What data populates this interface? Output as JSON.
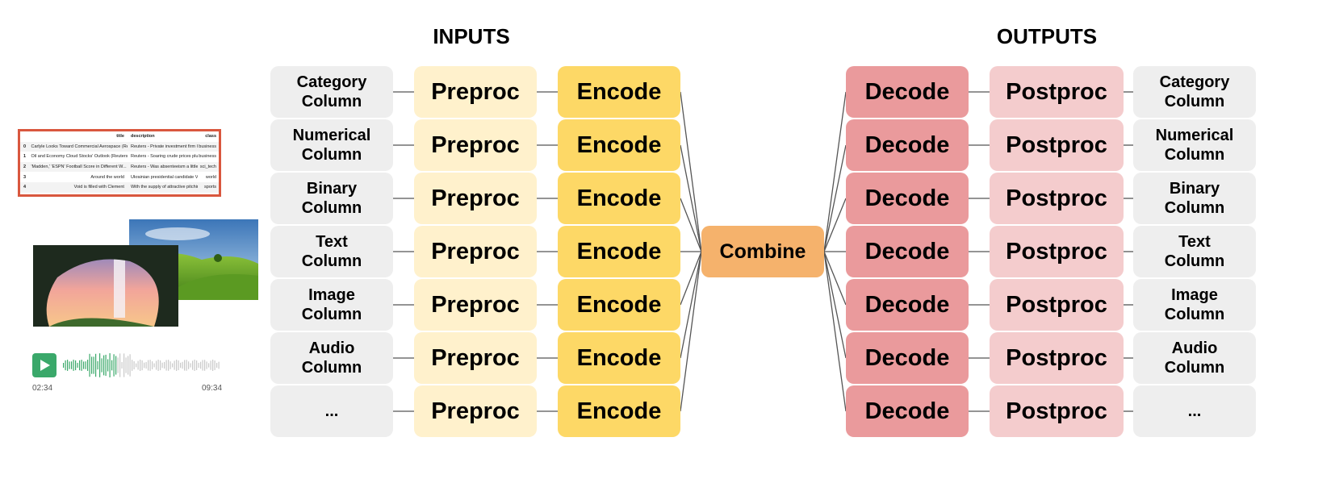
{
  "headings": {
    "inputs": "INPUTS",
    "outputs": "OUTPUTS"
  },
  "input_columns": [
    "Category\nColumn",
    "Numerical\nColumn",
    "Binary\nColumn",
    "Text\nColumn",
    "Image\nColumn",
    "Audio\nColumn",
    "..."
  ],
  "output_columns": [
    "Category\nColumn",
    "Numerical\nColumn",
    "Binary\nColumn",
    "Text\nColumn",
    "Image\nColumn",
    "Audio\nColumn",
    "..."
  ],
  "stages": {
    "preproc": "Preproc",
    "encode": "Encode",
    "combine": "Combine",
    "decode": "Decode",
    "postproc": "Postproc"
  },
  "table_preview": {
    "headers": [
      "",
      "title",
      "description",
      "class"
    ],
    "rows": [
      [
        "0",
        "Carlyle Looks Toward Commercial Aerospace (Reu...",
        "Reuters - Private investment firm Carlyle Grou...",
        "business"
      ],
      [
        "1",
        "Oil and Economy Cloud Stocks' Outlook (Reuters)",
        "Reuters - Soaring crude prices plus worries\\ab...",
        "business"
      ],
      [
        "2",
        "'Madden,' 'ESPN' Football Score in Different W...",
        "Reuters - Was absenteeism a little higher Tue...",
        "sci_tech"
      ],
      [
        "3",
        "Around the world",
        "Ukrainian presidential candidate Viktor Yushch...",
        "world"
      ],
      [
        "4",
        "Void is filled with Clement",
        "With the supply of attractive pitching options...",
        "sports"
      ]
    ]
  },
  "audio": {
    "start_time": "02:34",
    "end_time": "09:34"
  },
  "colors": {
    "column": "#eeeeee",
    "preproc": "#fff1cc",
    "encode": "#fdd866",
    "combine": "#f5b26c",
    "decode": "#ea9a9c",
    "postproc": "#f4cccd",
    "table_border": "#d9573e",
    "play_button": "#3aa86a"
  },
  "icons": {
    "play": "play-icon",
    "waveform": "waveform-icon"
  }
}
